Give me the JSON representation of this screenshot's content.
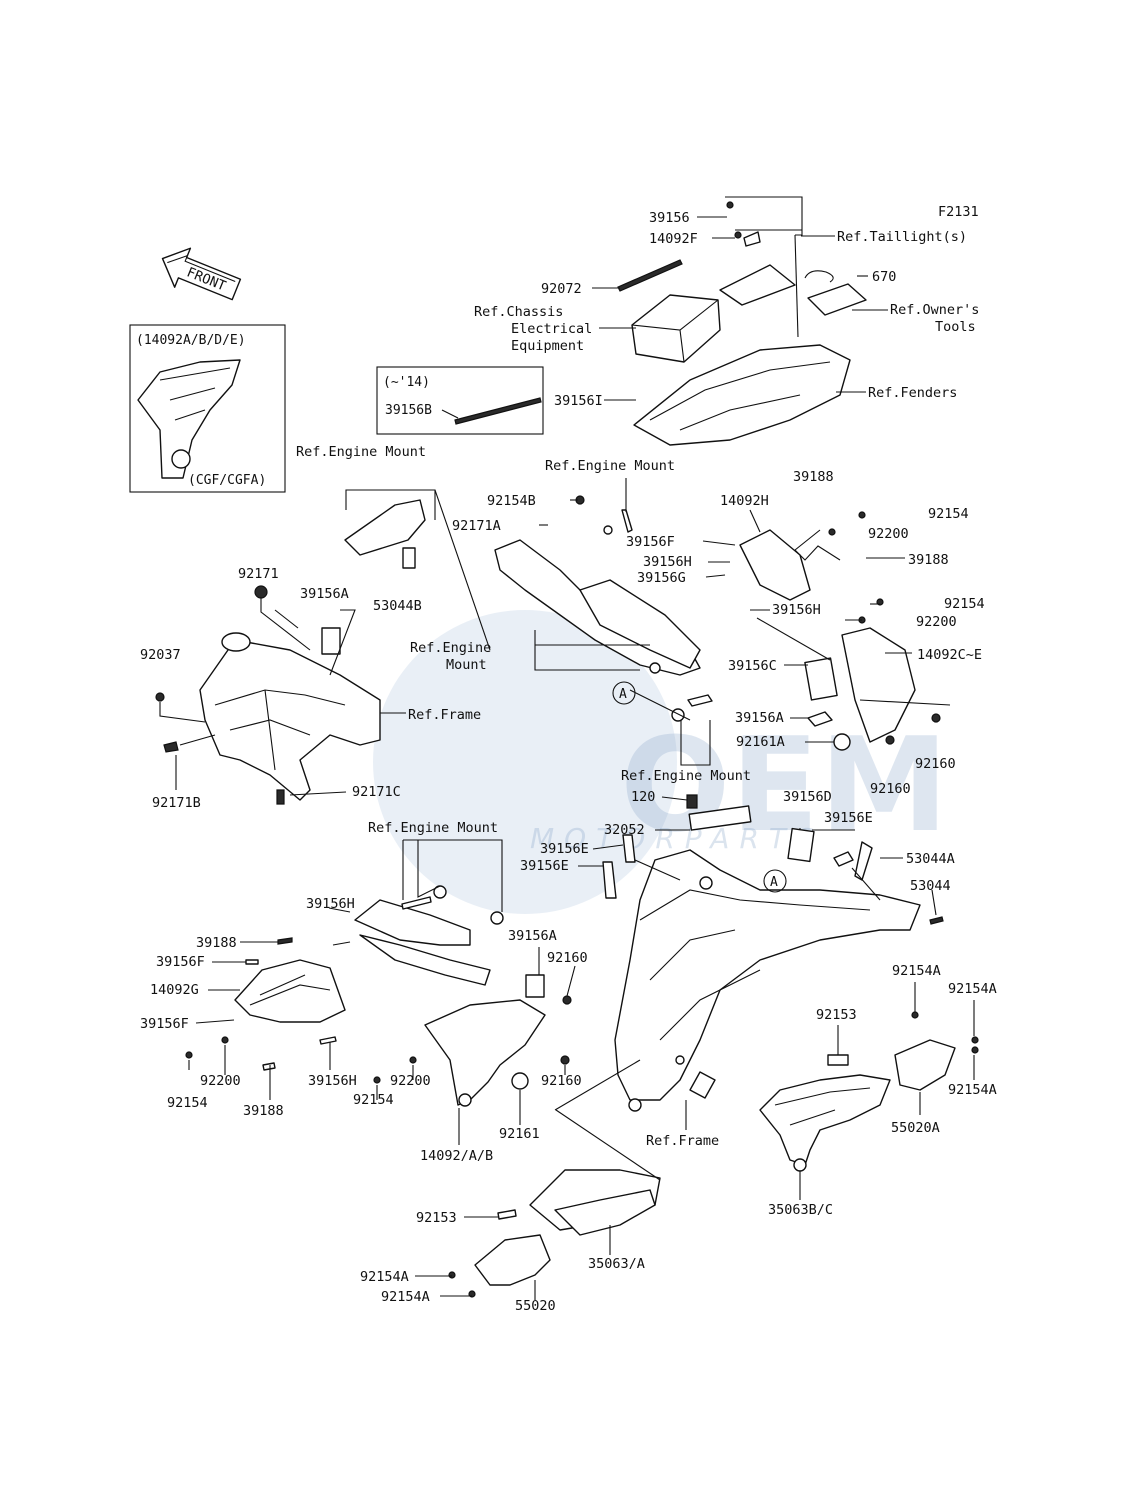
{
  "diagram_code": "F2131",
  "front_label": "FRONT",
  "inset_top": {
    "variant": "(14092A/B/D/E)",
    "model": "(CGF/CGFA)"
  },
  "inset_14": {
    "variant": "(~'14)",
    "part": "39156B"
  },
  "watermark": {
    "logo": "OEM",
    "sub": "MOTORPARTS",
    "color": "#9ab8d8"
  },
  "labels": {
    "p39156": "39156",
    "p14092F": "14092F",
    "refTaillight": "Ref.Taillight(s)",
    "p92072": "92072",
    "p670": "670",
    "refChassis1": "Ref.Chassis",
    "refChassis2": "Electrical",
    "refChassis3": "Equipment",
    "refOwners1": "Ref.Owner's",
    "refOwners2": "Tools",
    "p39156I": "39156I",
    "refFenders": "Ref.Fenders",
    "refEngine1": "Ref.Engine Mount",
    "refEngine2": "Ref.Engine Mount",
    "p92154B": "92154B",
    "p92171A": "92171A",
    "p39188a": "39188",
    "p14092H": "14092H",
    "p92154a": "92154",
    "p92200a": "92200",
    "p39156F": "39156F",
    "p39156H": "39156H",
    "p39156G": "39156G",
    "p39188b": "39188",
    "p53044B": "53044B",
    "p92171": "92171",
    "p39156A": "39156A",
    "p39156Hb": "39156H",
    "p92154b": "92154",
    "p92200b": "92200",
    "p14092CE": "14092C~E",
    "p92037": "92037",
    "refEngineMount3a": "Ref.Engine",
    "refEngineMount3b": "Mount",
    "refFrame": "Ref.Frame",
    "p39156C": "39156C",
    "circleA": "A",
    "p39156Ab": "39156A",
    "p92161A": "92161A",
    "p92160a": "92160",
    "p92171B": "92171B",
    "p92171C": "92171C",
    "refEngine4": "Ref.Engine Mount",
    "p92160b": "92160",
    "p120": "120",
    "p39156D": "39156D",
    "p32052": "32052",
    "refEngine5": "Ref.Engine Mount",
    "p39156E1": "39156E",
    "p39156E2": "39156E",
    "p39156E3": "39156E",
    "p53044A": "53044A",
    "circleA2": "A",
    "p39156Hc": "39156H",
    "p53044": "53044",
    "p39188c": "39188",
    "p39156Fb": "39156F",
    "p39156Ac": "39156A",
    "p14092G": "14092G",
    "p92160c": "92160",
    "p92154Aa": "92154A",
    "p92154Ab": "92154A",
    "p39156Fc": "39156F",
    "p92153a": "92153",
    "p92200c": "92200",
    "p92154c": "92154",
    "p39156Hd": "39156H",
    "p39188d": "39188",
    "p92200d": "92200",
    "p92154d": "92154",
    "p92160d": "92160",
    "p92161": "92161",
    "p92154Ac": "92154A",
    "p14092AB": "14092/A/B",
    "refFrame2": "Ref.Frame",
    "p55020A": "55020A",
    "p35063BC": "35063B/C",
    "p92153b": "92153",
    "p35063A": "35063/A",
    "p92154Ad": "92154A",
    "p92154Ae": "92154A",
    "p55020": "55020"
  }
}
